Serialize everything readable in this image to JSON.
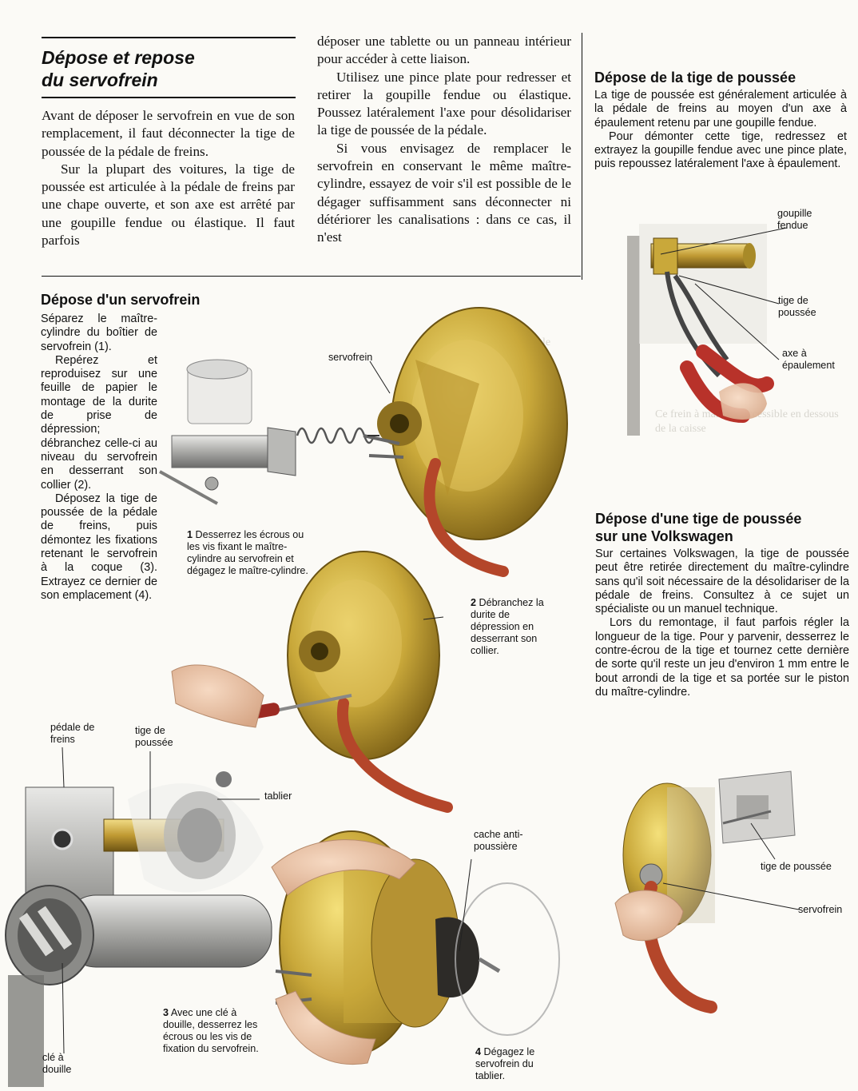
{
  "section1": {
    "title_line1": "Dépose et repose",
    "title_line2": "du servofrein",
    "para1": "Avant de déposer le servofrein en vue de son remplacement, il faut déconnecter la tige de poussée de la pédale de freins.",
    "para2": "Sur la plupart des voitures, la tige de poussée est articulée à la pédale de freins par une chape ouverte, et son axe est arrêté par une goupille fendue ou élastique. Il faut parfois",
    "para3": "déposer une tablette ou un panneau intérieur pour accéder à cette liaison.",
    "para4": "Utilisez une pince plate pour redresser et retirer la goupille fendue ou élastique. Poussez latéralement l'axe pour désolidariser la tige de poussée de la pédale.",
    "para5": "Si vous envisagez de remplacer le servofrein en conservant le même maître-cylindre, essayez de voir s'il est possible de le dégager suffisamment sans déconnecter ni détériorer les canalisations : dans ce cas, il n'est"
  },
  "section2": {
    "title": "Dépose d'un servofrein",
    "para1": "Séparez le maître-cylindre du boîtier de servofrein (1).",
    "para2": "Repérez et reproduisez sur une feuille de papier le montage de la durite de prise de dépression; débranchez celle-ci au niveau du servofrein en desserrant son collier (2).",
    "para3": "Déposez la tige de poussée de la pédale de freins, puis démontez les fixations retenant le servofrein à la coque (3). Extrayez ce dernier de son emplacement (4)."
  },
  "section3": {
    "title": "Dépose de la tige de poussée",
    "para1": "La tige de poussée est généralement articulée à la pédale de freins au moyen d'un axe à épaulement retenu par une goupille fendue.",
    "para2": "Pour démonter cette tige, redressez et extrayez la goupille fendue avec une pince plate, puis repoussez latéralement l'axe à épaulement."
  },
  "section4": {
    "title_line1": "Dépose d'une tige de poussée",
    "title_line2": "sur une Volkswagen",
    "para1": "Sur certaines Volkswagen, la tige de poussée peut être retirée directement du maître-cylindre sans qu'il soit nécessaire de la désolidariser de la pédale de freins. Consultez à ce sujet un spécialiste ou un manuel technique.",
    "para2": "Lors du remontage, il faut parfois régler la longueur de la tige. Pour y parvenir, desserrez le contre-écrou de la tige et tournez cette dernière de sorte qu'il reste un jeu d'environ 1 mm entre le bout arrondi de la tige et sa portée sur le piston du maître-cylindre."
  },
  "captions": {
    "c1_num": "1",
    "c1_text": " Desserrez les écrous ou les vis fixant le maître-cylindre au servofrein et dégagez le maître-cylindre.",
    "c2_num": "2",
    "c2_text": " Débranchez la durite de dépression en desserrant son collier.",
    "c3_num": "3",
    "c3_text": " Avec une clé à douille, desserrez les écrous ou les vis de fixation du servofrein.",
    "c4_num": "4",
    "c4_text": " Dégagez le servofrein du tablier."
  },
  "labels": {
    "servofrein_fig1": "servofrein",
    "goupille_fendue": "goupille fendue",
    "tige_de_poussee_fig": "tige de poussée",
    "axe_epaulement": "axe à épaulement",
    "pedale_de_freins": "pédale de freins",
    "tige_de_poussee_fig3": "tige de poussée",
    "tablier": "tablier",
    "cache_anti_poussiere": "cache anti-poussière",
    "cle_a_douille": "clé à douille",
    "tige_de_poussee_vw": "tige de poussée",
    "servofrein_vw": "servofrein"
  },
  "colors": {
    "brass": "#c9a83a",
    "brass_dark": "#8a6d1c",
    "hose": "#b4462a",
    "steel": "#a9a9a6",
    "pliers_red": "#b8322a"
  }
}
